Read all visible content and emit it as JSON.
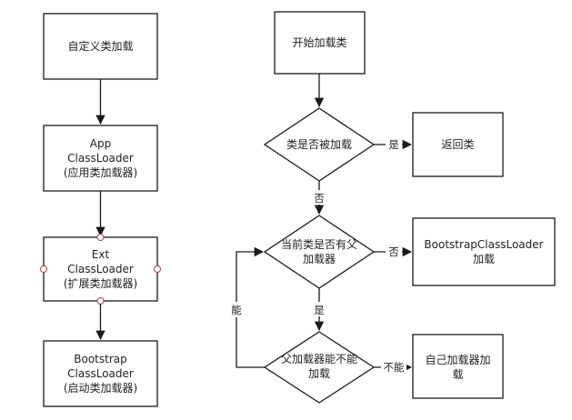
{
  "diagram": {
    "left_chain": {
      "custom_loader": "自定义类加载",
      "app_loader": [
        "App",
        "ClassLoader",
        "(应用类加载器)"
      ],
      "ext_loader": [
        "Ext",
        "ClassLoader",
        "(扩展类加载器)"
      ],
      "bootstrap_loader": [
        "Bootstrap",
        "ClassLoader",
        "(启动类加载器)"
      ]
    },
    "flow": {
      "start": "开始加载类",
      "check_loaded": "类是否被加载",
      "return_class": "返回类",
      "check_parent": [
        "当前类是否有父",
        "加载器"
      ],
      "bootstrap_load": [
        "BootstrapClassLoader",
        "加载"
      ],
      "parent_can_load": [
        "父加载器能不能",
        "加载"
      ],
      "self_load": [
        "自己加载器加",
        "载"
      ]
    },
    "edge_labels": {
      "yes1": "是",
      "no1": "否",
      "no2": "否",
      "yes2": "是",
      "cannot": "不能",
      "can": "能"
    }
  }
}
